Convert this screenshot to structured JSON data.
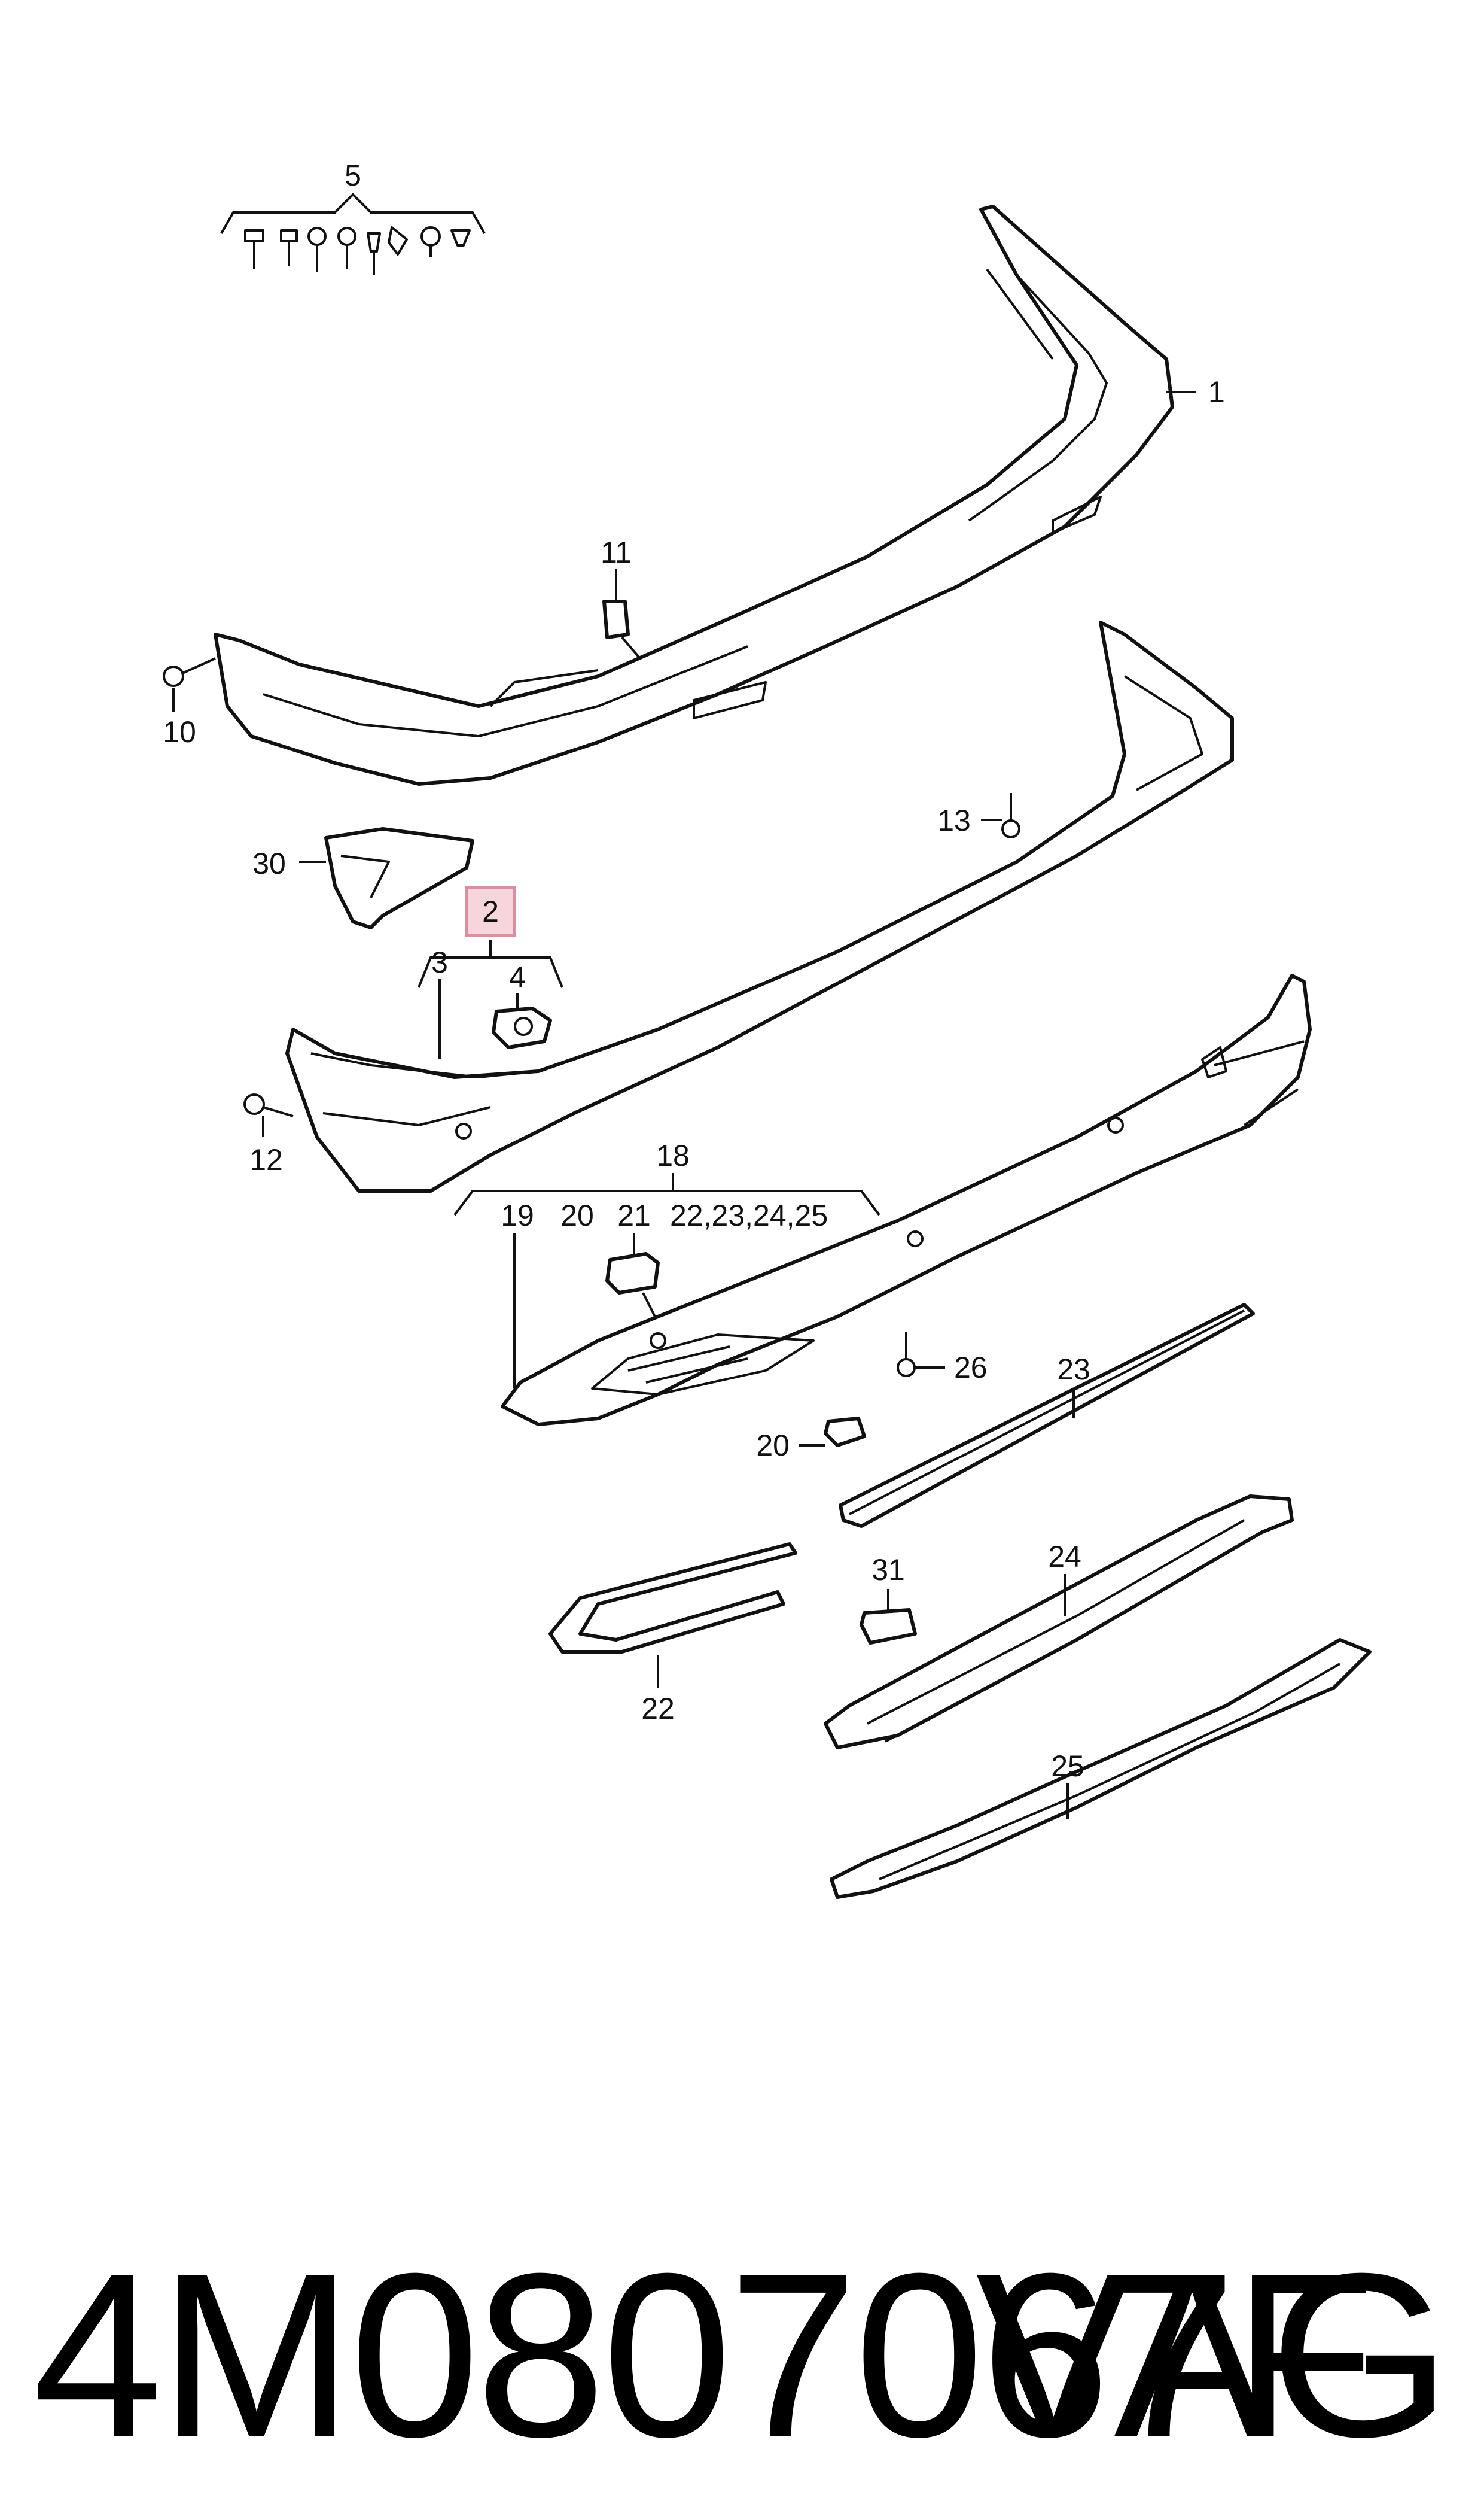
{
  "labels": {
    "l1": "1",
    "l2": "2",
    "l3": "3",
    "l4": "4",
    "l5": "5",
    "l10": "10",
    "l11": "11",
    "l12": "12",
    "l13": "13",
    "l18": "18",
    "l19": "19",
    "l20a": "20",
    "l21": "21",
    "l22_25": "22,23,24,25",
    "l20b": "20",
    "l22": "22",
    "l23": "23",
    "l24": "24",
    "l25": "25",
    "l26": "26",
    "l30": "30",
    "l31": "31"
  },
  "footer": {
    "part_number": "4M0807067F",
    "brand": "VAG"
  },
  "colors": {
    "highlight": "#f6d6dc",
    "lines": "#111111"
  }
}
